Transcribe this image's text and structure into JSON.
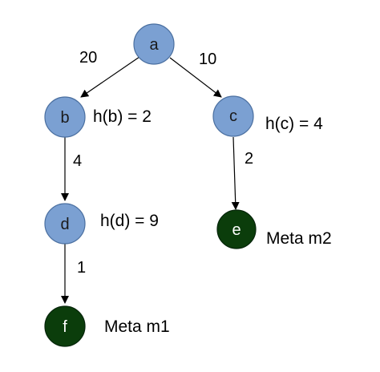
{
  "colors": {
    "node_fill": "#7ba0d2",
    "node_stroke": "#4a6fa0",
    "goal_fill": "#0b3d0b",
    "goal_stroke": "#06250a",
    "edge": "#000000",
    "node_text": "#1a1a1a",
    "goal_text": "#ffffff"
  },
  "nodes": [
    {
      "id": "a",
      "label": "a",
      "kind": "normal"
    },
    {
      "id": "b",
      "label": "b",
      "kind": "normal"
    },
    {
      "id": "c",
      "label": "c",
      "kind": "normal"
    },
    {
      "id": "d",
      "label": "d",
      "kind": "normal"
    },
    {
      "id": "e",
      "label": "e",
      "kind": "goal"
    },
    {
      "id": "f",
      "label": "f",
      "kind": "goal"
    }
  ],
  "edges": [
    {
      "from": "a",
      "to": "b",
      "cost": "20"
    },
    {
      "from": "a",
      "to": "c",
      "cost": "10"
    },
    {
      "from": "b",
      "to": "d",
      "cost": "4"
    },
    {
      "from": "c",
      "to": "e",
      "cost": "2"
    },
    {
      "from": "d",
      "to": "f",
      "cost": "1"
    }
  ],
  "annotations": {
    "h_b": "h(b) = 2",
    "h_c": "h(c) = 4",
    "h_d": "h(d) = 9",
    "goal_e": "Meta m2",
    "goal_f": "Meta m1"
  }
}
